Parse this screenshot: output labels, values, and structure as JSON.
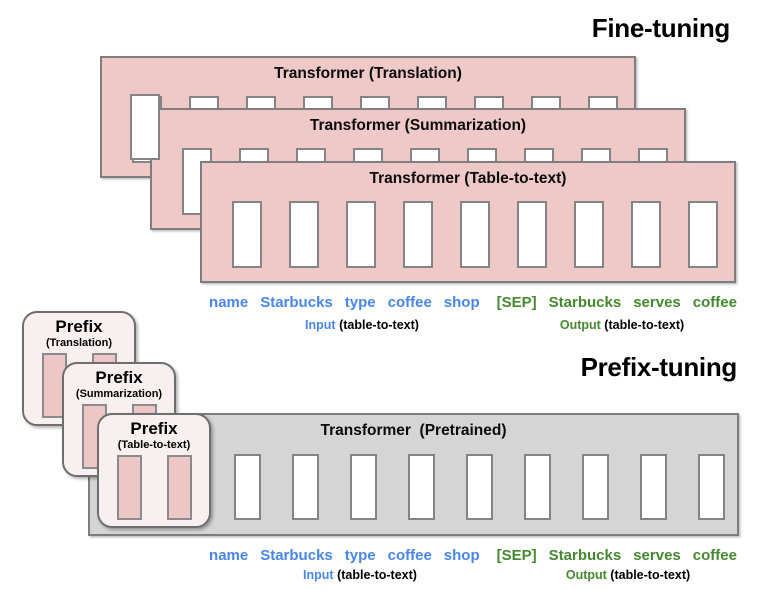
{
  "section_titles": {
    "fine_tuning": "Fine-tuning",
    "prefix_tuning": "Prefix-tuning"
  },
  "fine_tuning": {
    "slots_per_box": 9,
    "boxes": [
      {
        "label": "Transformer (Translation)"
      },
      {
        "label": "Transformer (Summarization)"
      },
      {
        "label": "Transformer (Table-to-text)"
      }
    ]
  },
  "prefix_tuning": {
    "transformer_label": "Transformer  (Pretrained)",
    "transformer_slots": 9,
    "prefix_boxes": [
      {
        "title": "Prefix",
        "subtitle": "(Translation)"
      },
      {
        "title": "Prefix",
        "subtitle": "(Summarization)"
      },
      {
        "title": "Prefix",
        "subtitle": "(Table-to-text)"
      }
    ]
  },
  "token_sequence": {
    "input_tokens": [
      "name",
      "Starbucks",
      "type",
      "coffee",
      "shop"
    ],
    "sep_token": "[SEP]",
    "output_tokens": [
      "Starbucks",
      "serves",
      "coffee"
    ]
  },
  "io_labels": {
    "input": "Input",
    "output": "Output",
    "task": "(table-to-text)"
  },
  "colors": {
    "token_blue": "#4a86e8",
    "token_green": "#45892f",
    "box_pink": "#efc8c8",
    "bar_pink": "#edc6c6",
    "prefix_fill": "#f8f0f0",
    "pretrained_gray": "#d5d5d5"
  }
}
